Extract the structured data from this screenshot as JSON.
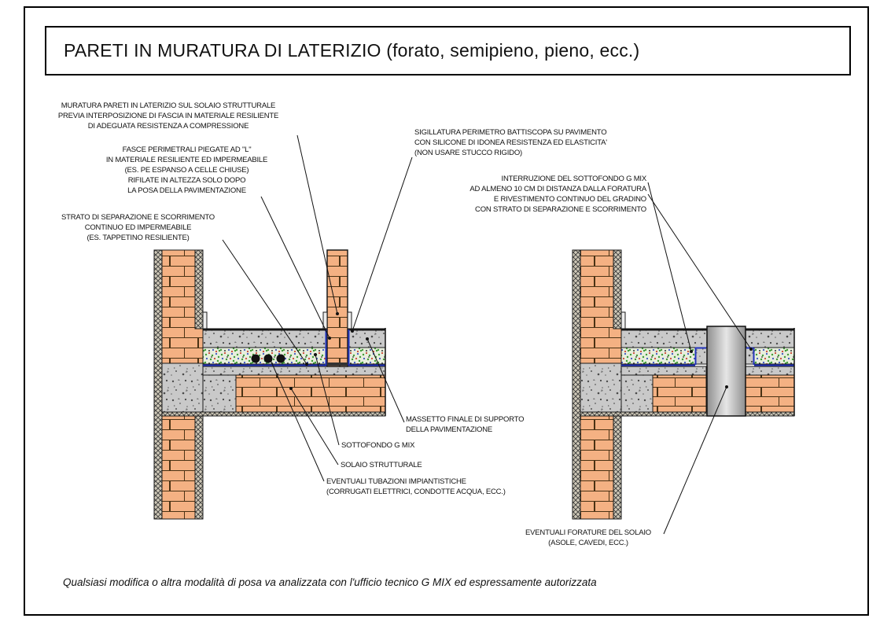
{
  "title": "PARETI IN MURATURA DI LATERIZIO (forato, semipieno, pieno, ecc.)",
  "footer_note": "Qualsiasi modifica o altra modalità di posa va analizzata con l'ufficio tecnico G MIX ed espressamente autorizzata",
  "annotations": {
    "muratura": "MURATURA PARETI IN LATERIZIO SUL SOLAIO STRUTTURALE\nPREVIA INTERPOSIZIONE DI FASCIA IN MATERIALE RESILIENTE\nDI ADEGUATA RESISTENZA A COMPRESSIONE",
    "fasce_perimetrali": "FASCE PERIMETRALI PIEGATE AD \"L\"\nIN MATERIALE RESILIENTE ED IMPERMEABILE\n(ES. PE ESPANSO A CELLE CHIUSE)\nRIFILATE IN ALTEZZA SOLO DOPO\nLA POSA DELLA PAVIMENTAZIONE",
    "strato_separazione": "STRATO DI SEPARAZIONE E SCORRIMENTO\nCONTINUO ED IMPERMEABILE\n(ES.  TAPPETINO RESILIENTE)",
    "sigillatura": "SIGILLATURA PERIMETRO BATTISCOPA SU PAVIMENTO\nCON SILICONE DI IDONEA RESISTENZA ED ELASTICITA'\n(NON USARE STUCCO RIGIDO)",
    "interruzione": "INTERRUZIONE DEL SOTTOFONDO G MIX\nAD ALMENO 10 CM DI DISTANZA DALLA FORATURA\nE RIVESTIMENTO CONTINUO DEL GRADINO\nCON STRATO DI SEPARAZIONE E SCORRIMENTO",
    "massetto": "MASSETTO FINALE DI SUPPORTO\nDELLA PAVIMENTAZIONE",
    "sottofondo": "SOTTOFONDO G MIX",
    "solaio": "SOLAIO STRUTTURALE",
    "tubazioni": "EVENTUALI TUBAZIONI IMPIANTISTICHE\n(CORRUGATI ELETTRICI, CONDOTTE ACQUA, ECC.)",
    "forature": "EVENTUALI FORATURE DEL SOLAIO\n(ASOLE, CAVEDI, ECC.)"
  },
  "colors": {
    "brick": "#f4b183",
    "concrete": "#c9c9c9",
    "gmix_base": "#e7eedd",
    "gmix_green": "#3f9b35",
    "gmix_red": "#cc4433",
    "gmix_blue": "#3b4fc0",
    "separation_blue": "#2233bb",
    "duct_gray": "#9a9a9a",
    "line": "#111111"
  }
}
